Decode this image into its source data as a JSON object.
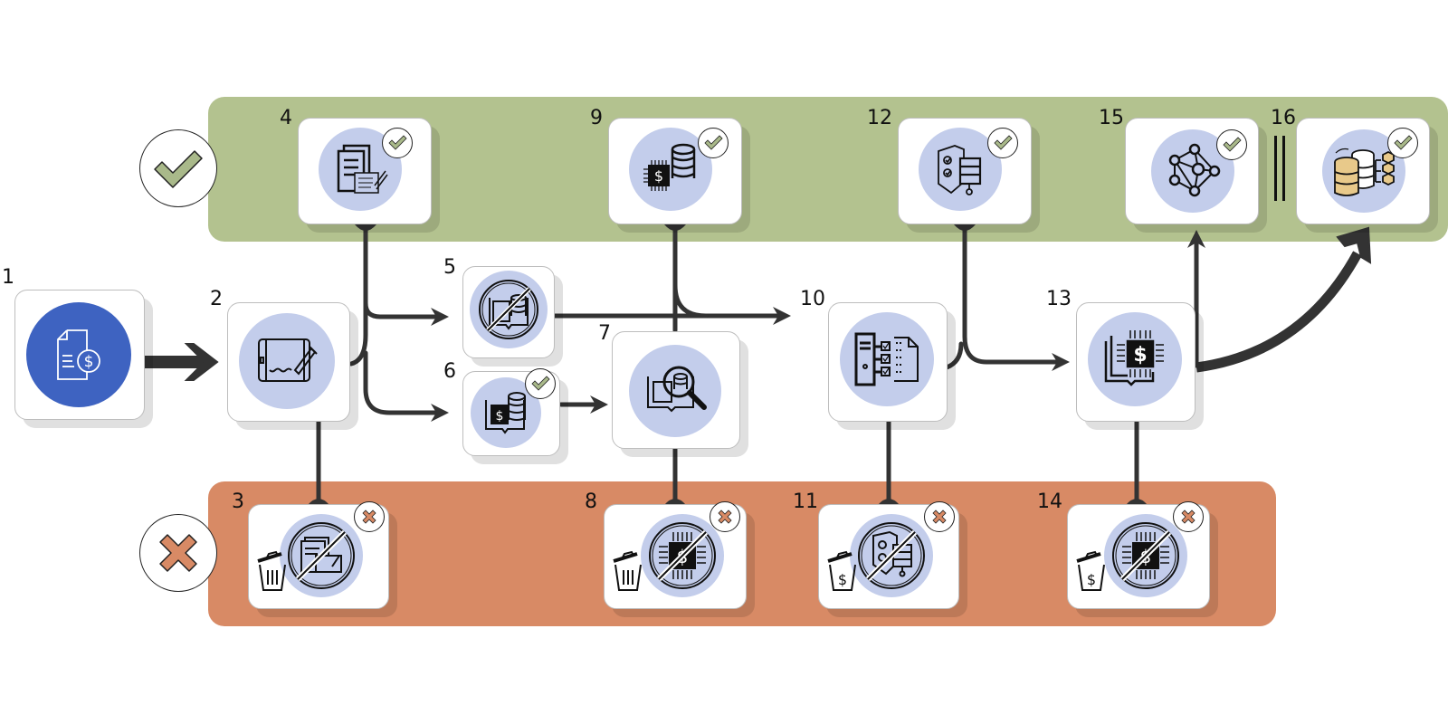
{
  "diagram": {
    "type": "workflow",
    "lanes": {
      "success": {
        "name": "success-lane",
        "color": "#b3c28f",
        "icon": "check-icon"
      },
      "failure": {
        "name": "failure-lane",
        "color": "#d88a65",
        "icon": "cross-icon"
      }
    },
    "colors": {
      "primary_disk": "#3e63c1",
      "disk": "#c3cdeb",
      "connector": "#333333",
      "check": "#a9b98a",
      "cross": "#d88a65",
      "db_gold": "#e8c98a"
    },
    "nodes": [
      {
        "id": "1",
        "label": "1",
        "icon": "invoice-dollar-icon",
        "status": "start"
      },
      {
        "id": "2",
        "label": "2",
        "icon": "tablet-signature-icon",
        "status": "process"
      },
      {
        "id": "3",
        "label": "3",
        "icon": "no-documents-signature-icon",
        "status": "rejected",
        "extra_icon": "trash-icon"
      },
      {
        "id": "4",
        "label": "4",
        "icon": "signed-documents-icon",
        "status": "approved"
      },
      {
        "id": "5",
        "label": "5",
        "icon": "no-financial-data-book-icon",
        "status": "process"
      },
      {
        "id": "6",
        "label": "6",
        "icon": "financial-data-book-icon",
        "status": "approved"
      },
      {
        "id": "7",
        "label": "7",
        "icon": "data-search-book-icon",
        "status": "process"
      },
      {
        "id": "8",
        "label": "8",
        "icon": "no-dollar-chip-icon",
        "status": "rejected",
        "extra_icon": "trash-icon"
      },
      {
        "id": "9",
        "label": "9",
        "icon": "dollar-chip-coins-icon",
        "status": "approved"
      },
      {
        "id": "10",
        "label": "10",
        "icon": "server-checklist-icon",
        "status": "process"
      },
      {
        "id": "11",
        "label": "11",
        "icon": "no-shield-database-icon",
        "status": "rejected",
        "extra_icon": "trash-dollar-icon"
      },
      {
        "id": "12",
        "label": "12",
        "icon": "shield-database-icon",
        "status": "approved"
      },
      {
        "id": "13",
        "label": "13",
        "icon": "dollar-chip-book-icon",
        "status": "process"
      },
      {
        "id": "14",
        "label": "14",
        "icon": "no-dollar-chip-icon",
        "status": "rejected",
        "extra_icon": "trash-dollar-icon"
      },
      {
        "id": "15",
        "label": "15",
        "icon": "neural-network-icon",
        "status": "approved"
      },
      {
        "id": "16",
        "label": "16",
        "icon": "database-blocks-icon",
        "status": "approved"
      }
    ],
    "edges": [
      {
        "from": "1",
        "to": "2",
        "style": "bold-arrow"
      },
      {
        "from": "2",
        "to": "5",
        "style": "arrow"
      },
      {
        "from": "2",
        "to": "6",
        "style": "arrow"
      },
      {
        "from": "2",
        "to": "3",
        "style": "line"
      },
      {
        "from": "4",
        "to": "5",
        "style": "branch"
      },
      {
        "from": "5",
        "to": "10",
        "style": "arrow"
      },
      {
        "from": "6",
        "to": "7",
        "style": "arrow"
      },
      {
        "from": "7",
        "to": "8",
        "style": "line"
      },
      {
        "from": "9",
        "to": "10",
        "style": "branch"
      },
      {
        "from": "10",
        "to": "13",
        "style": "arrow"
      },
      {
        "from": "12",
        "to": "13",
        "style": "branch"
      },
      {
        "from": "10",
        "to": "11",
        "style": "line"
      },
      {
        "from": "13",
        "to": "14",
        "style": "line"
      },
      {
        "from": "13",
        "to": "15",
        "style": "arrow"
      },
      {
        "from": "13",
        "to": "16",
        "style": "bold-curved-arrow"
      }
    ],
    "parallel_marker": {
      "between": [
        "15",
        "16"
      ],
      "symbol": "||"
    }
  }
}
